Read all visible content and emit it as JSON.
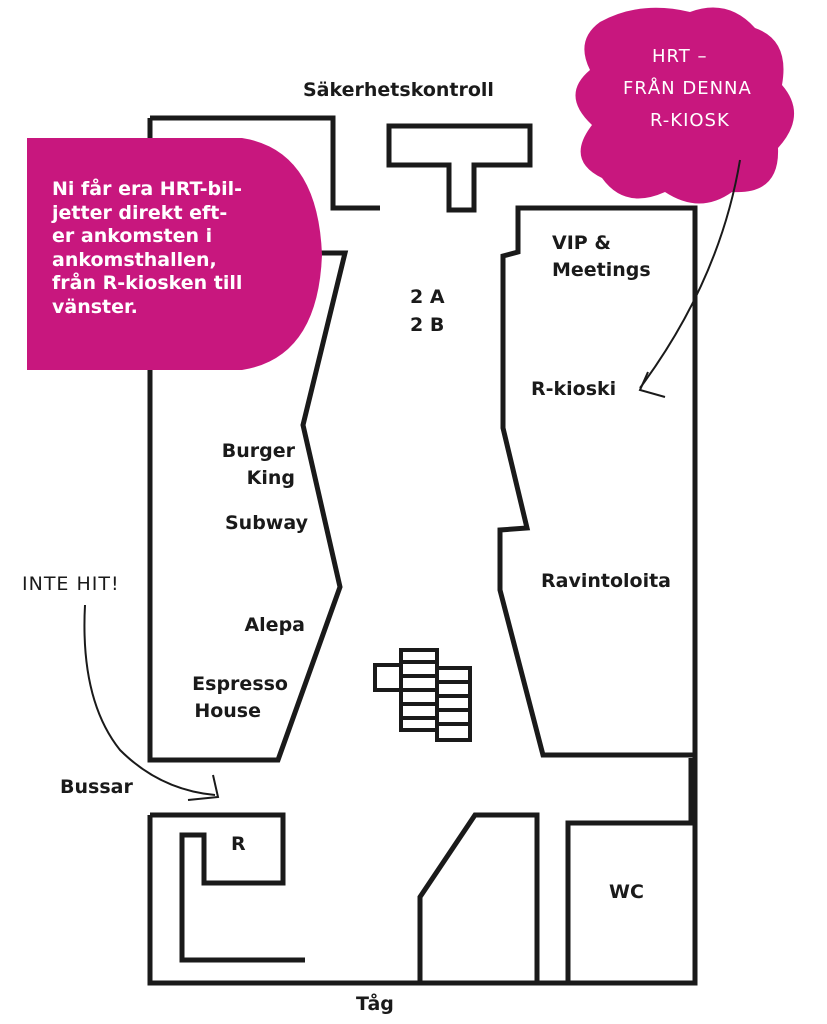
{
  "colors": {
    "accent": "#c8177e",
    "line": "#1a1a1a",
    "background": "#ffffff"
  },
  "labels": {
    "security": "Säkerhetskontroll",
    "gate_2a": "2 A",
    "gate_2b": "2 B",
    "vip": [
      "VIP &",
      "Meetings"
    ],
    "r_kiosk": "R-kioski",
    "burger_king": [
      "Burger",
      "King"
    ],
    "subway": "Subway",
    "ravintoloita": "Ravintoloita",
    "alepa": "Alepa",
    "espresso_house": [
      "Espresso",
      "House"
    ],
    "bussar": "Bussar",
    "r_shop": "R",
    "wc": "WC",
    "train": "Tåg"
  },
  "notes": {
    "info_box": [
      "Ni får era HRT-bil-",
      "jetter direkt eft-",
      "er ankomsten i",
      "ankomsthallen,",
      "från R-kiosken till",
      "vänster."
    ],
    "cloud": [
      "HRT –",
      "FRÅN DENNA",
      "R-KIOSK"
    ],
    "not_here": "INTE HIT!"
  }
}
